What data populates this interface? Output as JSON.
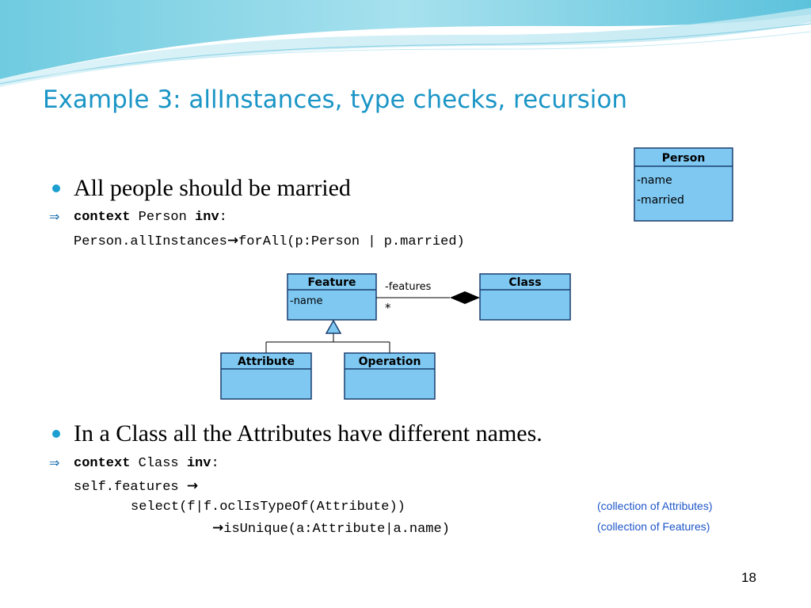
{
  "slide": {
    "title": "Example 3: allInstances, type checks, recursion",
    "page_number": "18"
  },
  "section1": {
    "bullet": "All people should be married",
    "implies_symbol": "⇒",
    "context_keyword": "context",
    "context_type": "Person",
    "inv_keyword": "inv",
    "inv_colon": ":",
    "expr_prefix": "Person.allInstances",
    "arrow": "→",
    "expr_suffix": "forAll(p:Person | p.married)"
  },
  "person_class": {
    "name": "Person",
    "attributes": [
      "-name",
      "-married"
    ]
  },
  "diagram": {
    "feature": {
      "name": "Feature",
      "attribute": "-name"
    },
    "class_box": {
      "name": "Class"
    },
    "association_role": "-features",
    "multiplicity": "*",
    "attribute_box": {
      "name": "Attribute"
    },
    "operation_box": {
      "name": "Operation"
    },
    "colors": {
      "box_fill": "#7ec8f2",
      "header_fill": "#6cbdea",
      "stroke": "#1a3f6e"
    }
  },
  "section2": {
    "bullet": "In a Class all the Attributes have different names.",
    "implies_symbol": "⇒",
    "context_keyword": "context",
    "context_type": "Class",
    "inv_keyword": "inv",
    "inv_colon": ":",
    "line1_text": "self.features",
    "line1_arrow": "→",
    "line2_text": "select(f|f.oclIsTypeOf(Attribute))",
    "line3_arrow": "→",
    "line3_text": "isUnique(a:Attribute|a.name)",
    "note1": "(collection of Attributes)",
    "note2": "(collection of Features)"
  },
  "colors": {
    "title": "#1a95c6",
    "bullet": "#1a9fd0",
    "note": "#1e56c8"
  }
}
